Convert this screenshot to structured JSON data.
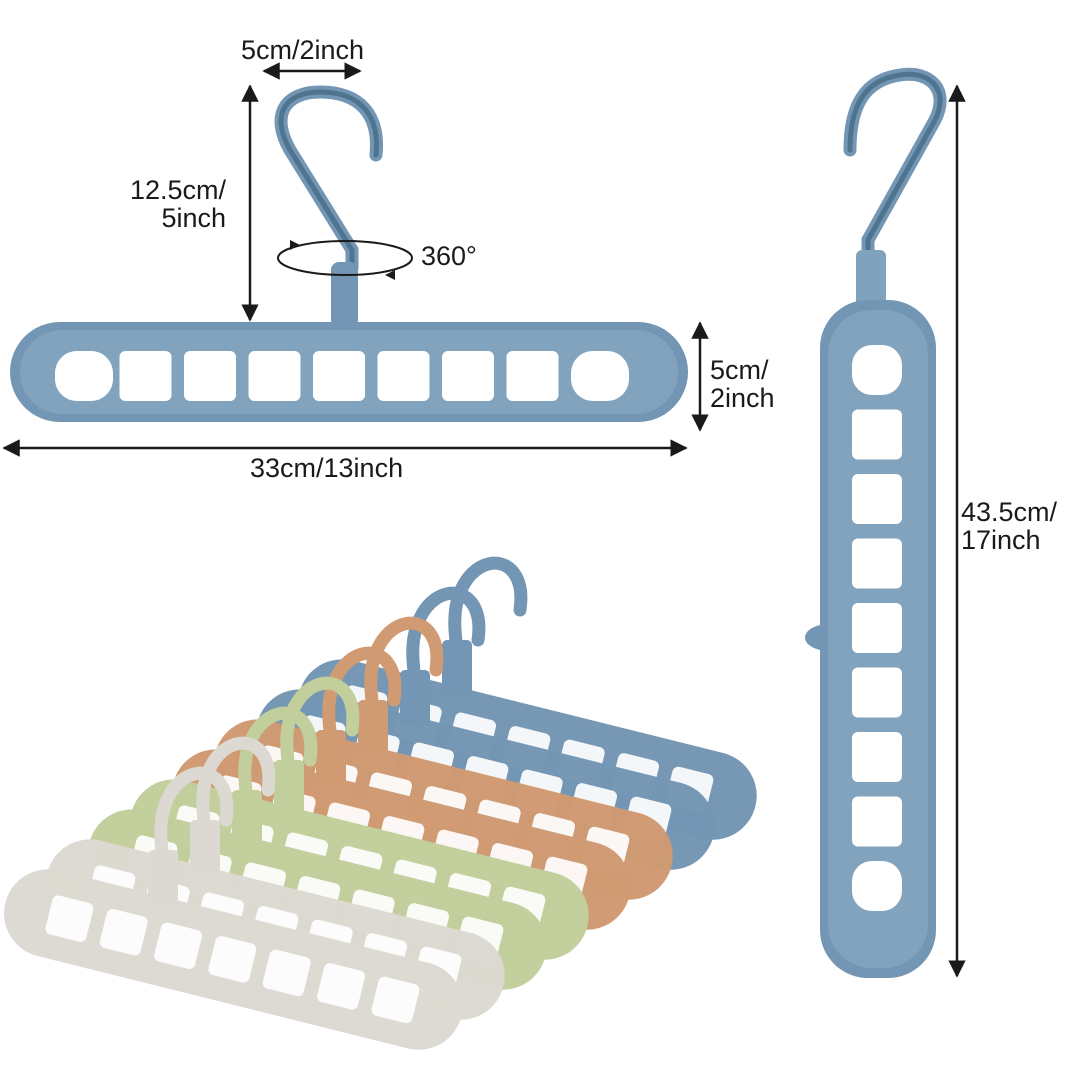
{
  "product": "Multi-hole rotating clothes hanger",
  "dimensions": {
    "hook_width": "5cm/2inch",
    "hook_height_line1": "12.5cm/",
    "hook_height_line2": "5inch",
    "rotation": "360°",
    "bar_height_line1": "5cm/",
    "bar_height_line2": "2inch",
    "bar_length": "33cm/13inch",
    "total_length_line1": "43.5cm/",
    "total_length_line2": "17inch"
  },
  "hole_count": 9,
  "colors": {
    "blue": "#7396b4",
    "blue_dark": "#4f7490",
    "orange": "#d09a72",
    "green": "#c2cf9c",
    "grey": "#dcd9d2",
    "arrow": "#1a1a1a"
  },
  "stack_colors": [
    "blue",
    "blue",
    "orange",
    "orange",
    "green",
    "green",
    "grey",
    "grey"
  ]
}
